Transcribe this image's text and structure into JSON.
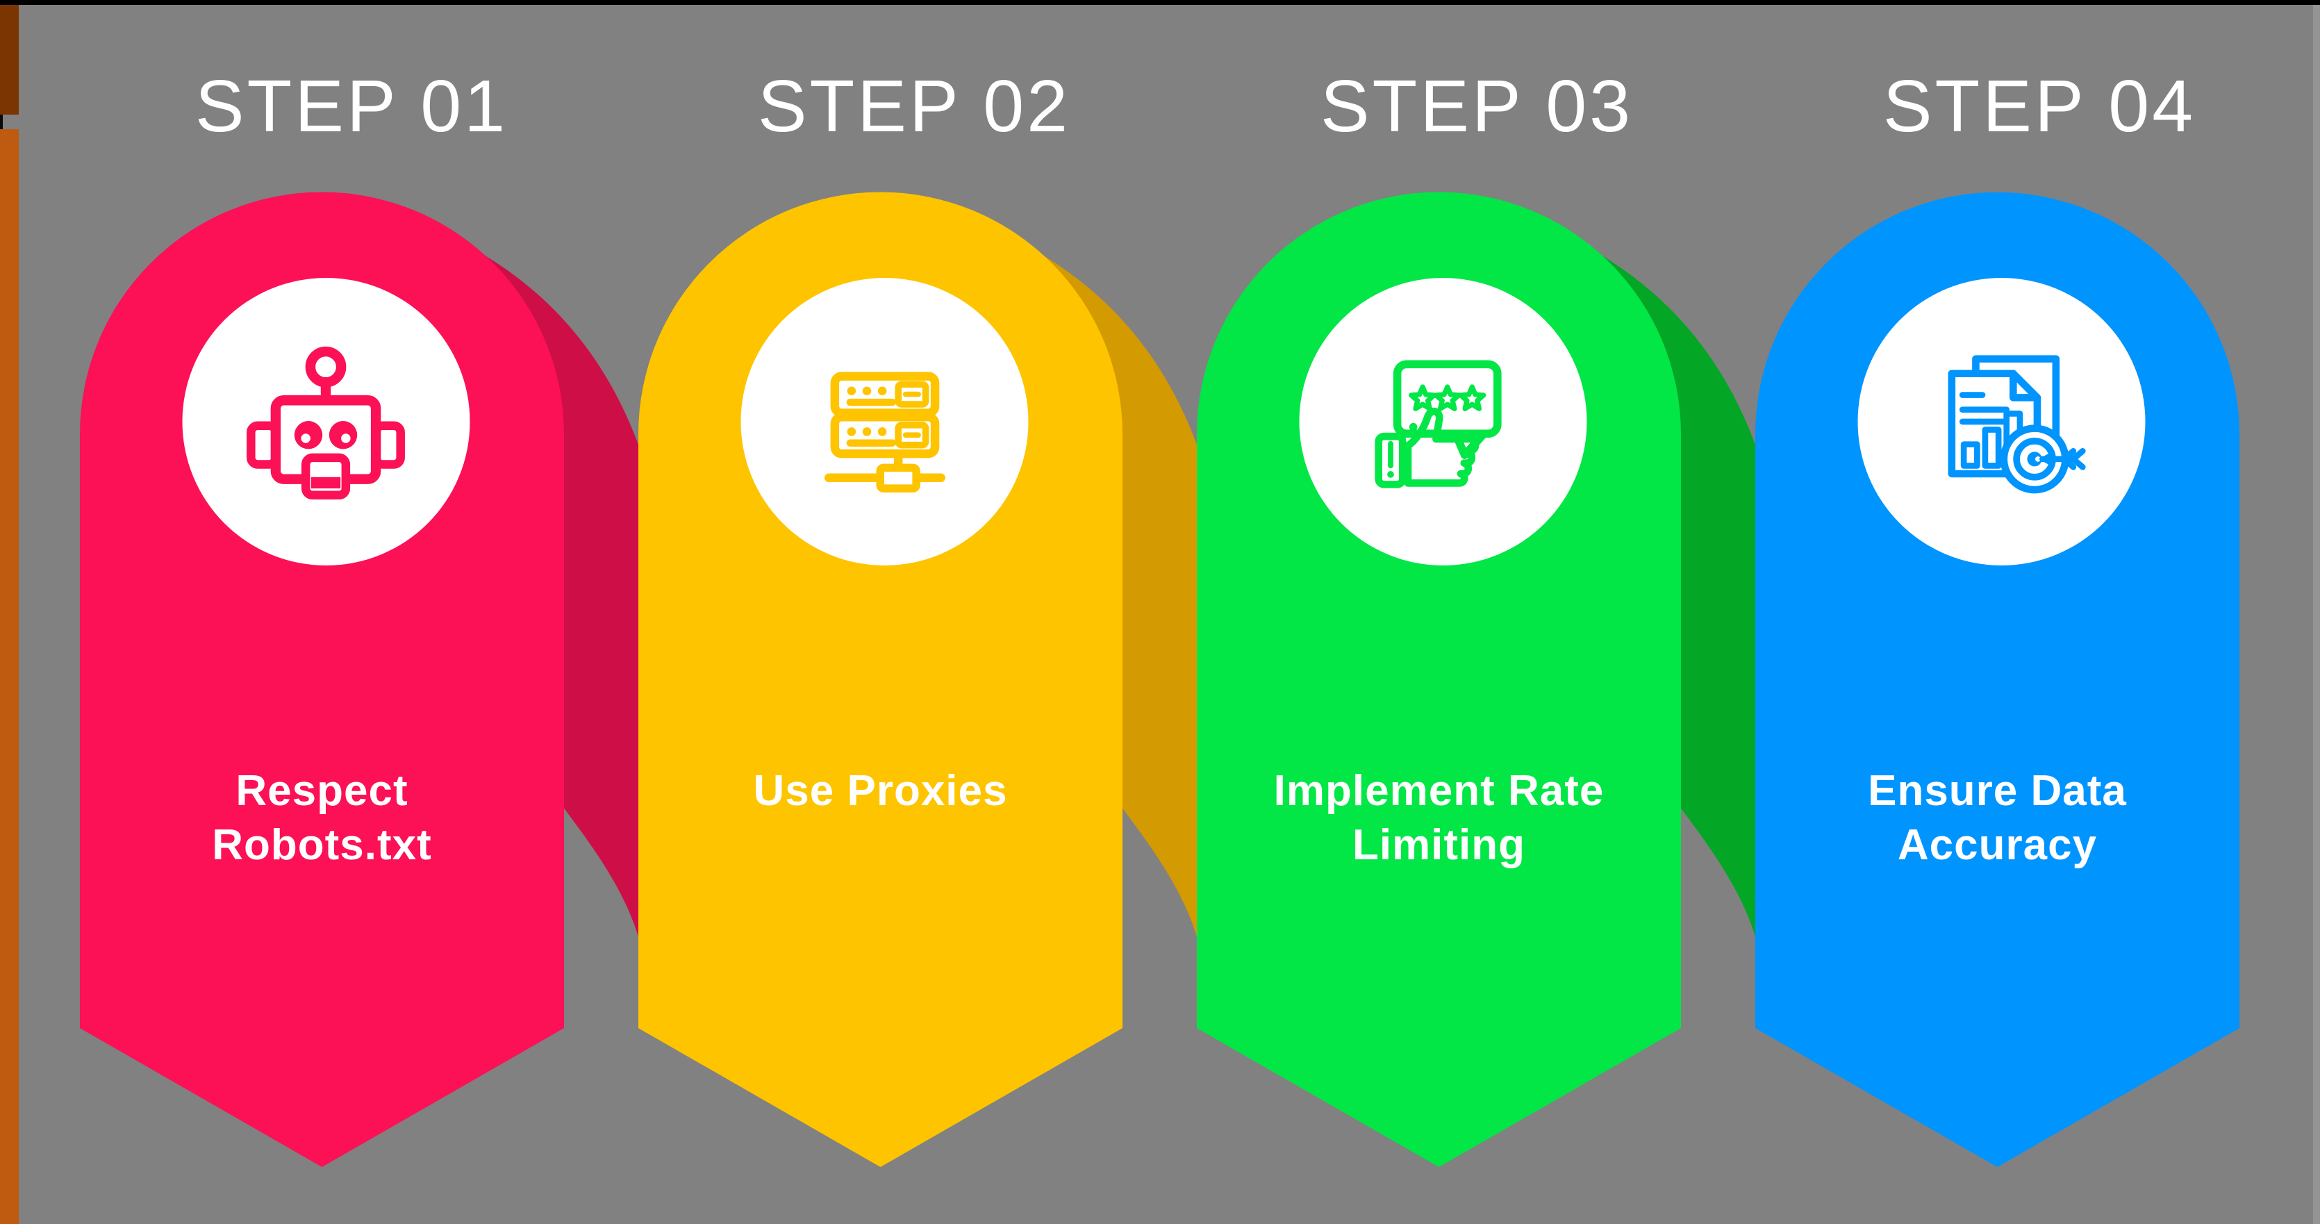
{
  "page": {
    "background": "#818181",
    "top_bar_color": "#000000",
    "left_strip_top_color": "#7B3503",
    "left_strip_bottom_color": "#BF5B10",
    "left_edge_line_color": "#0A0A0A",
    "right_edge_band_color": "#949494",
    "circle_color": "#FFFFFF",
    "text_color": "#FFFFFF"
  },
  "steps": [
    {
      "heading": "STEP 01",
      "label_line1": "Respect",
      "label_line2": "Robots.txt",
      "color": "#FC1056",
      "shadow_color": "#CE0E46",
      "icon": "robot-icon"
    },
    {
      "heading": "STEP 02",
      "label_line1": "Use Proxies",
      "label_line2": "",
      "color": "#FEC400",
      "shadow_color": "#D49A02",
      "icon": "server-rack-icon"
    },
    {
      "heading": "STEP 03",
      "label_line1": "Implement Rate",
      "label_line2": "Limiting",
      "color": "#02E646",
      "shadow_color": "#04A625",
      "icon": "rating-thumbs-up-icon"
    },
    {
      "heading": "STEP 04",
      "label_line1": "Ensure Data",
      "label_line2": "Accuracy",
      "color": "#0094FF",
      "shadow_color": "",
      "icon": "data-accuracy-target-icon"
    }
  ]
}
